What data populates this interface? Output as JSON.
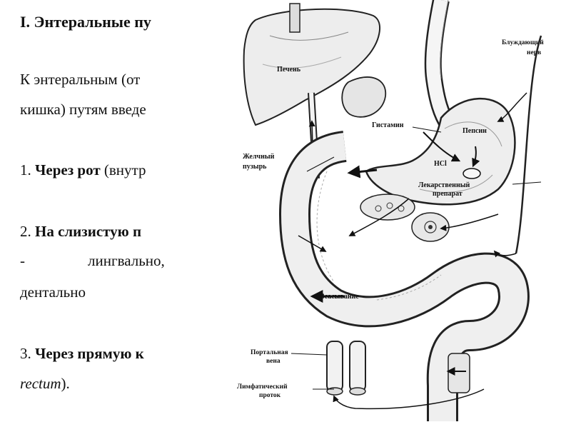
{
  "slide": {
    "title": "I. Энтеральные пу",
    "line1": "К энтеральным (от",
    "line2": "кишка) путям введе",
    "item1_num": "1.",
    "item1_bold": "Через рот",
    "item1_rest": " (внутр",
    "item2_num": "2.",
    "item2_bold": "На слизистую п",
    "item2_dash": "-",
    "item2_word": "лингвально,",
    "item2_cont": "дентально",
    "item3_num": "3.",
    "item3_bold": "Через прямую к",
    "item3_latin": "rectum",
    "item3_end": ")."
  },
  "diagram": {
    "labels": {
      "liver": "Печень",
      "gallbladder_1": "Желчный",
      "gallbladder_2": "пузырь",
      "histamine": "Гистамин",
      "pepsin": "Пепсин",
      "hcl": "HCl",
      "drug_1": "Лекарственный",
      "drug_2": "препарат",
      "vagus_1": "Блуждающий",
      "vagus_2": "нерв",
      "absorption": "Всасывание",
      "portal_1": "Портальная",
      "portal_2": "вена",
      "lymph_1": "Лимфатический",
      "lymph_2": "проток"
    }
  }
}
